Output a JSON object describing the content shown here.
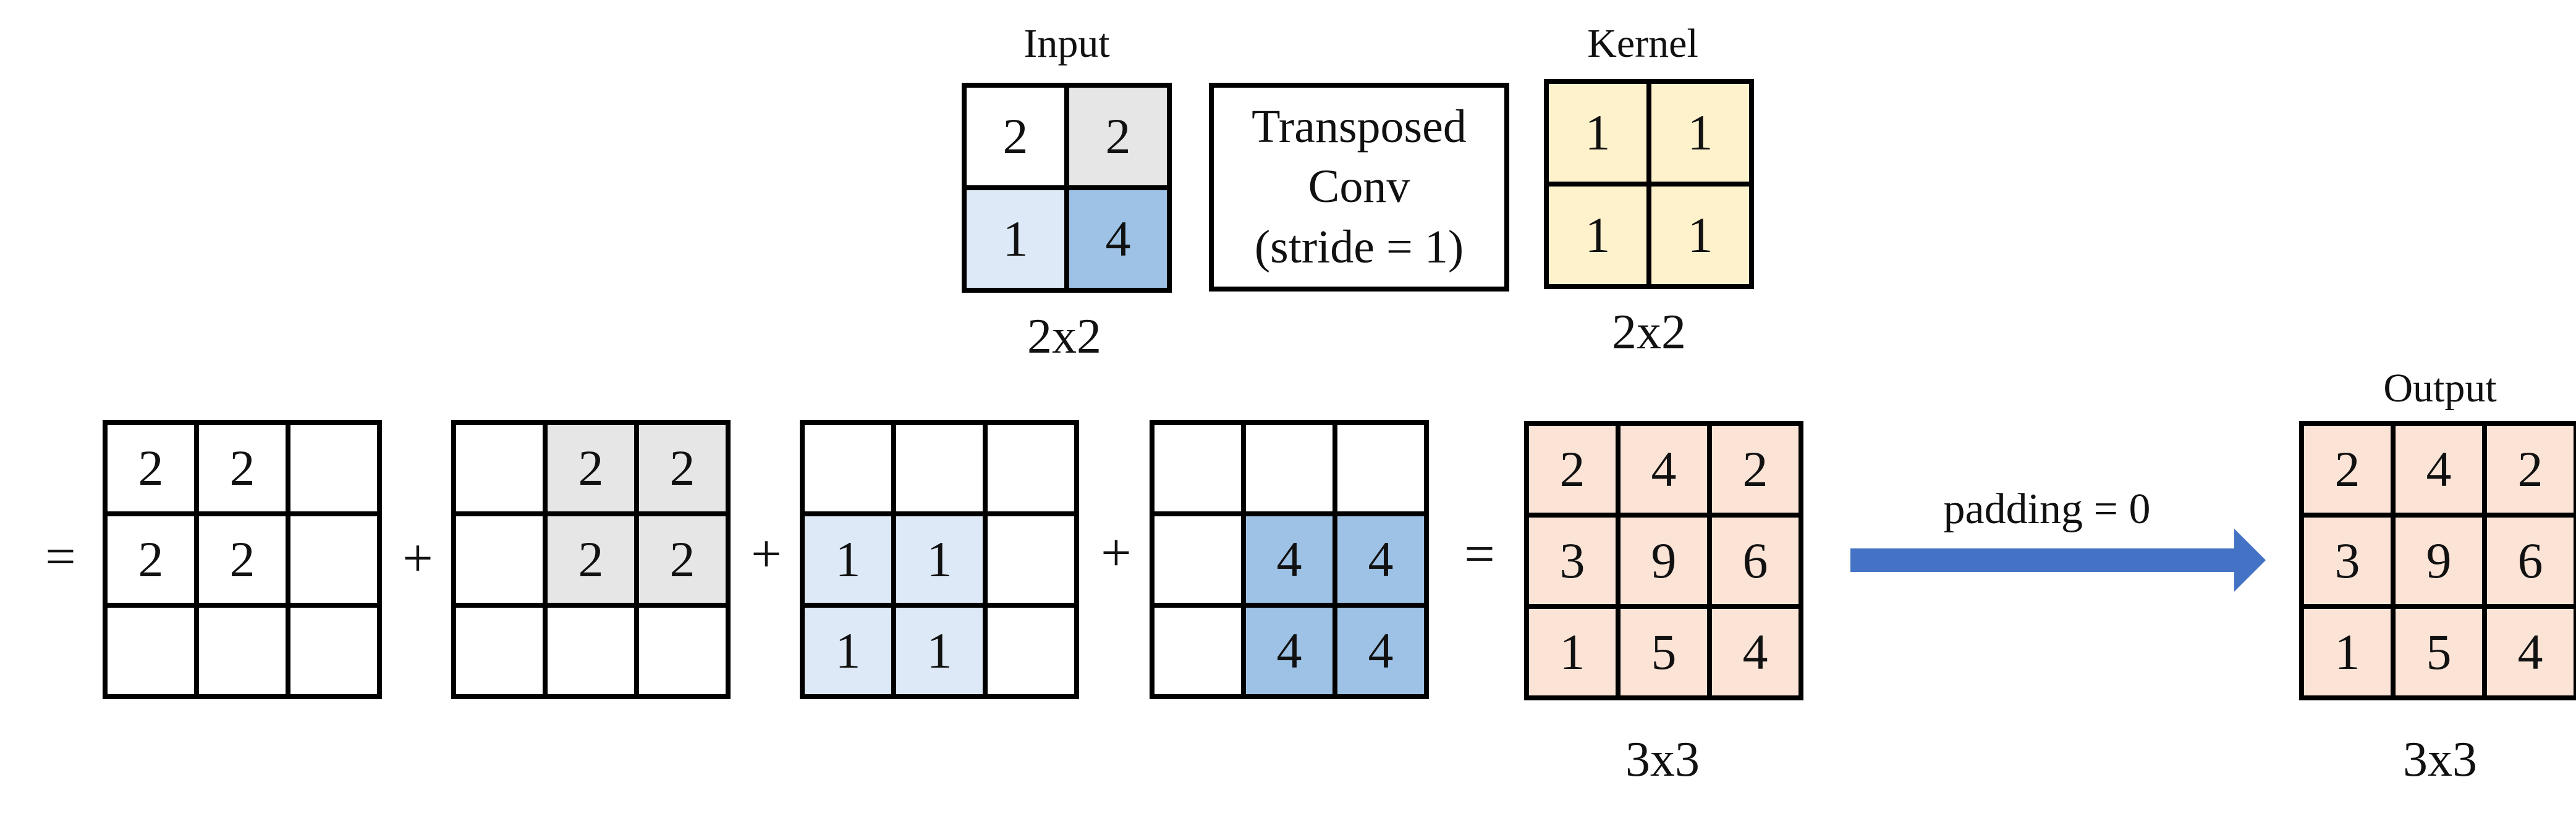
{
  "colors": {
    "white": "#ffffff",
    "gray": "#e6e6e6",
    "light_blue": "#dde9f6",
    "blue": "#9dc2e5",
    "yellow": "#fef2cc",
    "peach": "#fbe3d6",
    "arrow": "#4472c4",
    "border": "#000000"
  },
  "input": {
    "title": "Input",
    "size_label": "2x2",
    "cells": [
      [
        {
          "v": "2",
          "c": "white"
        },
        {
          "v": "2",
          "c": "gray"
        }
      ],
      [
        {
          "v": "1",
          "c": "light_blue"
        },
        {
          "v": "4",
          "c": "blue"
        }
      ]
    ]
  },
  "operation": {
    "lines": [
      "Transposed",
      "Conv",
      "(stride = 1)"
    ]
  },
  "kernel": {
    "title": "Kernel",
    "size_label": "2x2",
    "cells": [
      [
        {
          "v": "1",
          "c": "yellow"
        },
        {
          "v": "1",
          "c": "yellow"
        }
      ],
      [
        {
          "v": "1",
          "c": "yellow"
        },
        {
          "v": "1",
          "c": "yellow"
        }
      ]
    ]
  },
  "operators": {
    "eq1": "=",
    "plus1": "+",
    "plus2": "+",
    "plus3": "+",
    "eq2": "="
  },
  "partial_1": {
    "cells": [
      [
        {
          "v": "2",
          "c": "white"
        },
        {
          "v": "2",
          "c": "white"
        },
        {
          "v": "",
          "c": "white"
        }
      ],
      [
        {
          "v": "2",
          "c": "white"
        },
        {
          "v": "2",
          "c": "white"
        },
        {
          "v": "",
          "c": "white"
        }
      ],
      [
        {
          "v": "",
          "c": "white"
        },
        {
          "v": "",
          "c": "white"
        },
        {
          "v": "",
          "c": "white"
        }
      ]
    ]
  },
  "partial_2": {
    "cells": [
      [
        {
          "v": "",
          "c": "white"
        },
        {
          "v": "2",
          "c": "gray"
        },
        {
          "v": "2",
          "c": "gray"
        }
      ],
      [
        {
          "v": "",
          "c": "white"
        },
        {
          "v": "2",
          "c": "gray"
        },
        {
          "v": "2",
          "c": "gray"
        }
      ],
      [
        {
          "v": "",
          "c": "white"
        },
        {
          "v": "",
          "c": "white"
        },
        {
          "v": "",
          "c": "white"
        }
      ]
    ]
  },
  "partial_3": {
    "cells": [
      [
        {
          "v": "",
          "c": "white"
        },
        {
          "v": "",
          "c": "white"
        },
        {
          "v": "",
          "c": "white"
        }
      ],
      [
        {
          "v": "1",
          "c": "light_blue"
        },
        {
          "v": "1",
          "c": "light_blue"
        },
        {
          "v": "",
          "c": "white"
        }
      ],
      [
        {
          "v": "1",
          "c": "light_blue"
        },
        {
          "v": "1",
          "c": "light_blue"
        },
        {
          "v": "",
          "c": "white"
        }
      ]
    ]
  },
  "partial_4": {
    "cells": [
      [
        {
          "v": "",
          "c": "white"
        },
        {
          "v": "",
          "c": "white"
        },
        {
          "v": "",
          "c": "white"
        }
      ],
      [
        {
          "v": "",
          "c": "white"
        },
        {
          "v": "4",
          "c": "blue"
        },
        {
          "v": "4",
          "c": "blue"
        }
      ],
      [
        {
          "v": "",
          "c": "white"
        },
        {
          "v": "4",
          "c": "blue"
        },
        {
          "v": "4",
          "c": "blue"
        }
      ]
    ]
  },
  "sum_result": {
    "size_label": "3x3",
    "cells": [
      [
        {
          "v": "2",
          "c": "peach"
        },
        {
          "v": "4",
          "c": "peach"
        },
        {
          "v": "2",
          "c": "peach"
        }
      ],
      [
        {
          "v": "3",
          "c": "peach"
        },
        {
          "v": "9",
          "c": "peach"
        },
        {
          "v": "6",
          "c": "peach"
        }
      ],
      [
        {
          "v": "1",
          "c": "peach"
        },
        {
          "v": "5",
          "c": "peach"
        },
        {
          "v": "4",
          "c": "peach"
        }
      ]
    ]
  },
  "arrow": {
    "label": "padding = 0"
  },
  "output": {
    "title": "Output",
    "size_label": "3x3",
    "cells": [
      [
        {
          "v": "2",
          "c": "peach"
        },
        {
          "v": "4",
          "c": "peach"
        },
        {
          "v": "2",
          "c": "peach"
        }
      ],
      [
        {
          "v": "3",
          "c": "peach"
        },
        {
          "v": "9",
          "c": "peach"
        },
        {
          "v": "6",
          "c": "peach"
        }
      ],
      [
        {
          "v": "1",
          "c": "peach"
        },
        {
          "v": "5",
          "c": "peach"
        },
        {
          "v": "4",
          "c": "peach"
        }
      ]
    ]
  }
}
